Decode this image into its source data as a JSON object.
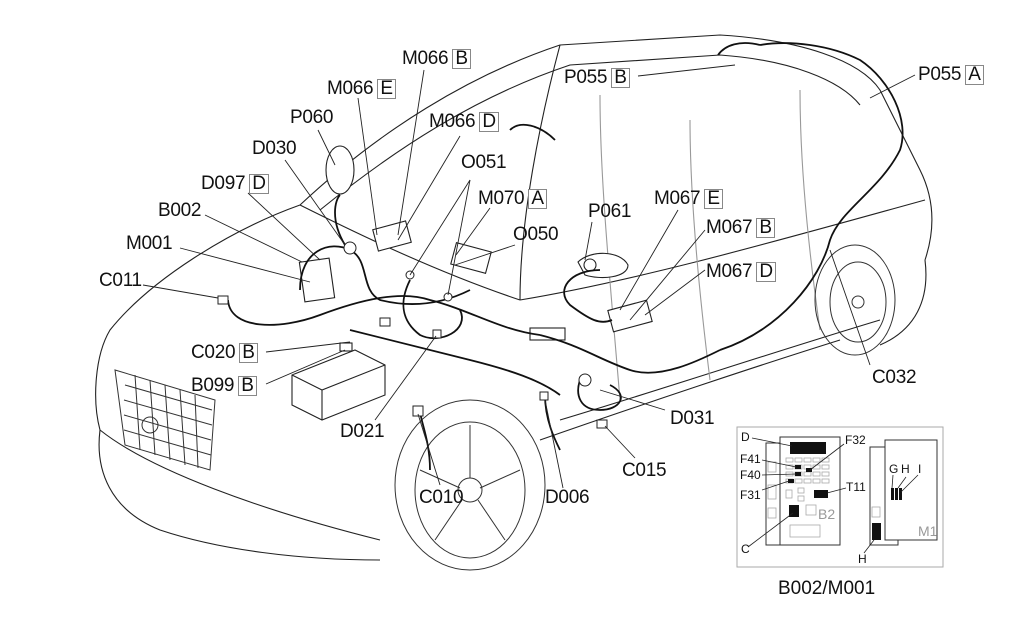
{
  "diagram": {
    "type": "vehicle-wiring-component-location",
    "labels": [
      {
        "id": "M066",
        "suffix": "B"
      },
      {
        "id": "M066",
        "suffix": "E"
      },
      {
        "id": "P060",
        "suffix": ""
      },
      {
        "id": "M066",
        "suffix": "D"
      },
      {
        "id": "D030",
        "suffix": ""
      },
      {
        "id": "O051",
        "suffix": ""
      },
      {
        "id": "D097",
        "suffix": "D"
      },
      {
        "id": "M070",
        "suffix": "A"
      },
      {
        "id": "B002",
        "suffix": ""
      },
      {
        "id": "O050",
        "suffix": ""
      },
      {
        "id": "M001",
        "suffix": ""
      },
      {
        "id": "C011",
        "suffix": ""
      },
      {
        "id": "P061",
        "suffix": ""
      },
      {
        "id": "M067",
        "suffix": "E"
      },
      {
        "id": "M067",
        "suffix": "B"
      },
      {
        "id": "M067",
        "suffix": "D"
      },
      {
        "id": "P055",
        "suffix": "B"
      },
      {
        "id": "P055",
        "suffix": "A"
      },
      {
        "id": "C020",
        "suffix": "B"
      },
      {
        "id": "B099",
        "suffix": "B"
      },
      {
        "id": "D021",
        "suffix": ""
      },
      {
        "id": "D031",
        "suffix": ""
      },
      {
        "id": "C032",
        "suffix": ""
      },
      {
        "id": "C015",
        "suffix": ""
      },
      {
        "id": "C010",
        "suffix": ""
      },
      {
        "id": "D006",
        "suffix": ""
      }
    ],
    "inset": {
      "caption": "B002/M001",
      "left_panel_labels": [
        "D",
        "F41",
        "F40",
        "F31",
        "C",
        "F32",
        "T11"
      ],
      "left_panel_name": "B2",
      "right_panel_labels": [
        "G",
        "H",
        "I",
        "H"
      ],
      "right_panel_name": "M1"
    },
    "colors": {
      "line": "#111111",
      "light_line": "#888888",
      "background": "#ffffff",
      "box_border": "#888888"
    }
  }
}
